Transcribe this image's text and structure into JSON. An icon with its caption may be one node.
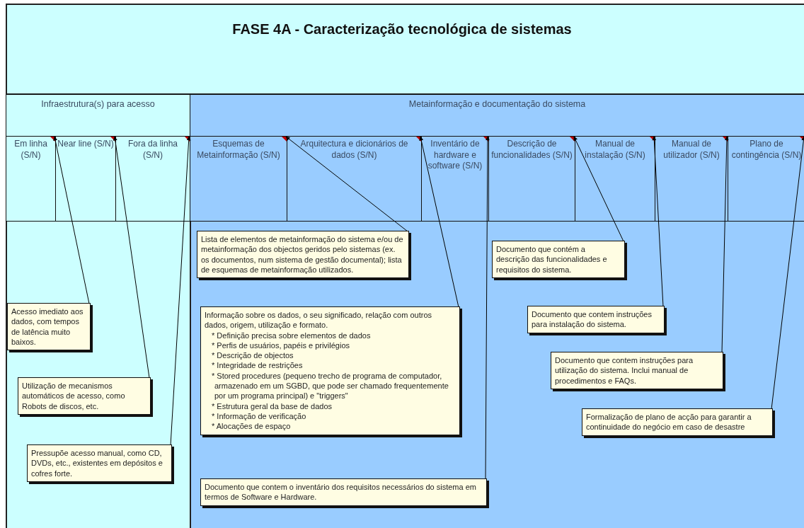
{
  "diagram": {
    "title": "FASE 4A - Caracterização tecnológica de sistemas",
    "nodes": [
      {
        "text": [
          "Infraestrutura(s) para acesso"
        ]
      },
      {
        "text": [
          "Metainformação e documentação do sistema"
        ]
      },
      {
        "text": [
          "Em linha (S/N)"
        ]
      },
      {
        "text": [
          "Near line (S/N)"
        ]
      },
      {
        "text": [
          "Fora da linha (S/N)"
        ]
      },
      {
        "text": [
          "Esquemas de Metainformação (S/N)"
        ]
      },
      {
        "text": [
          "Arquitectura e dicionários de dados (S/N)"
        ]
      },
      {
        "text": [
          "Inventário de hardware e software (S/N)"
        ]
      },
      {
        "text": [
          "Descrição de funcionalidades (S/N)"
        ]
      },
      {
        "text": [
          "Manual de instalação (S/N)"
        ]
      },
      {
        "text": [
          "Manual de utilizador (S/N)"
        ]
      },
      {
        "text": [
          "Plano de contingência (S/N)"
        ]
      },
      {
        "text": [
          "Acesso imediato aos dados, com tempos de latência muito baixos."
        ]
      },
      {
        "text": [
          "Utilização de mecanismos automáticos de acesso, como Robots de discos, etc."
        ]
      },
      {
        "text": [
          "Pressupõe acesso manual, como CD, DVDs, etc., existentes em depósitos e cofres forte."
        ]
      },
      {
        "text": [
          "Lista de elementos de metainformação do sistema e/ou de metainformação dos objectos geridos pelo sistemas (ex. os documentos, num sistema de gestão documental); lista de esquemas de metainformação utilizados."
        ]
      },
      {
        "text": [
          "Informação sobre os dados, o seu significado, relação com outros dados, origem, utilização e formato.",
          "* Definição precisa sobre elementos de dados",
          "* Perfis de usuários, papéis e privilégios",
          "* Descrição de objectos",
          "* Integridade de restrições",
          "* Stored procedures (pequeno trecho de programa de computador, armazenado em um SGBD, que pode ser chamado frequentemente por um programa principal) e \"triggers\"",
          "* Estrutura geral da base de dados",
          "* Informação de verificação",
          "* Alocações de espaço"
        ]
      },
      {
        "text": [
          "Documento que contem o inventário dos requisitos necessários do sistema em termos de Software e Hardware."
        ]
      },
      {
        "text": [
          "Documento que contém a descrição das funcionalidades e requisitos do sistema."
        ]
      },
      {
        "text": [
          "Documento que contem instruções para instalação do sistema."
        ]
      },
      {
        "text": [
          "Documento que contem instruções para utilização do sistema. Inclui manual de procedimentos e FAQs."
        ]
      },
      {
        "text": [
          "Formalização de plano de acção para garantir a continuidade do negócio em caso de desastre"
        ]
      }
    ],
    "edges": [
      {
        "from": 12,
        "to": 2,
        "arrow": "to"
      },
      {
        "from": 13,
        "to": 3,
        "arrow": "to"
      },
      {
        "from": 14,
        "to": 4,
        "arrow": "to"
      },
      {
        "from": 15,
        "to": 5,
        "arrow": "to"
      },
      {
        "from": 16,
        "to": 6,
        "arrow": "to"
      },
      {
        "from": 17,
        "to": 7,
        "arrow": "to"
      },
      {
        "from": 18,
        "to": 8,
        "arrow": "to"
      },
      {
        "from": 19,
        "to": 9,
        "arrow": "to"
      },
      {
        "from": 20,
        "to": 10,
        "arrow": "to"
      },
      {
        "from": 21,
        "to": 11,
        "arrow": "to"
      }
    ]
  }
}
